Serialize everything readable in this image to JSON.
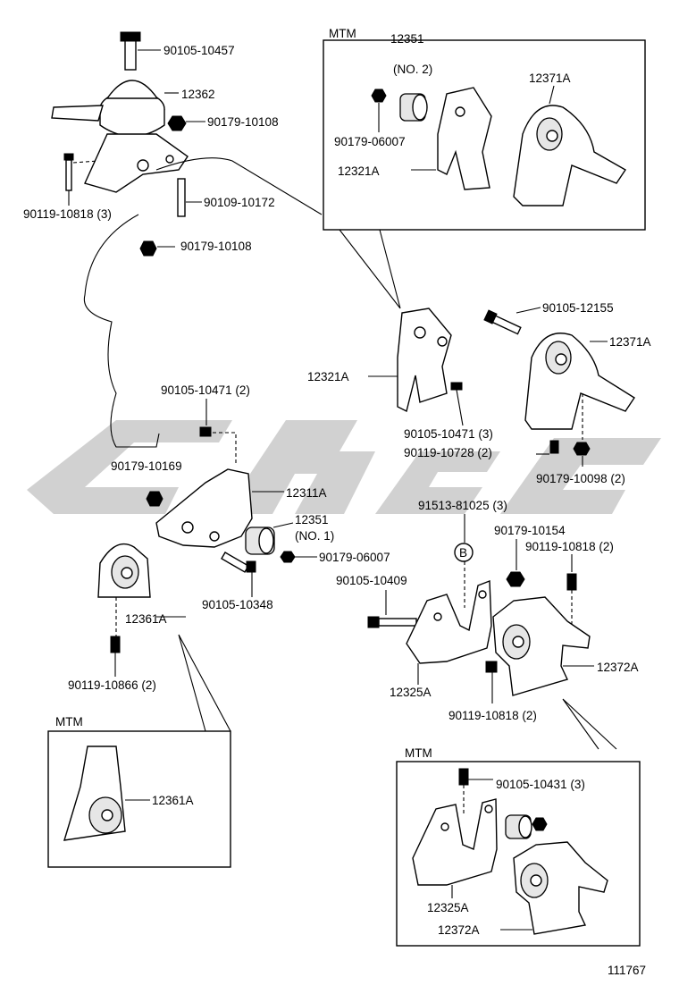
{
  "labels": {
    "p_90105_10457": "90105-10457",
    "p_12362": "12362",
    "p_90179_10108_a": "90179-10108",
    "p_90119_10818_3": "90119-10818 (3)",
    "p_90109_10172": "90109-10172",
    "p_90179_10108_b": "90179-10108",
    "p_90105_10471_2": "90105-10471 (2)",
    "p_90179_10169": "90179-10169",
    "p_12311A": "12311A",
    "p_12351_no1_a": "12351",
    "p_12351_no1_b": "(NO. 1)",
    "p_90179_06007_a": "90179-06007",
    "p_90105_10348": "90105-10348",
    "p_12361A_main": "12361A",
    "p_90119_10866_2": "90119-10866 (2)",
    "p_12321A_main": "12321A",
    "p_90105_10471_3": "90105-10471 (3)",
    "p_90119_10728_2": "90119-10728 (2)",
    "p_90105_12155": "90105-12155",
    "p_12371A_main": "12371A",
    "p_90179_10098_2": "90179-10098 (2)",
    "p_91513_81025_3": "91513-81025 (3)",
    "p_B": "B",
    "p_90179_10154": "90179-10154",
    "p_90119_10818_2_a": "90119-10818 (2)",
    "p_90105_10409": "90105-10409",
    "p_12372A_main": "12372A",
    "p_12325A_main": "12325A",
    "p_90119_10818_2_b": "90119-10818 (2)"
  },
  "inset_top": {
    "title": "MTM",
    "p_12351_no2_a": "12351",
    "p_12351_no2_b": "(NO. 2)",
    "p_12371A": "12371A",
    "p_90179_06007": "90179-06007",
    "p_12321A": "12321A"
  },
  "inset_left": {
    "title": "MTM",
    "p_12361A": "12361A"
  },
  "inset_bottom": {
    "title": "MTM",
    "p_90105_10431_3": "90105-10431 (3)",
    "p_12325A": "12325A",
    "p_12372A": "12372A"
  },
  "diagram_number": "111767"
}
